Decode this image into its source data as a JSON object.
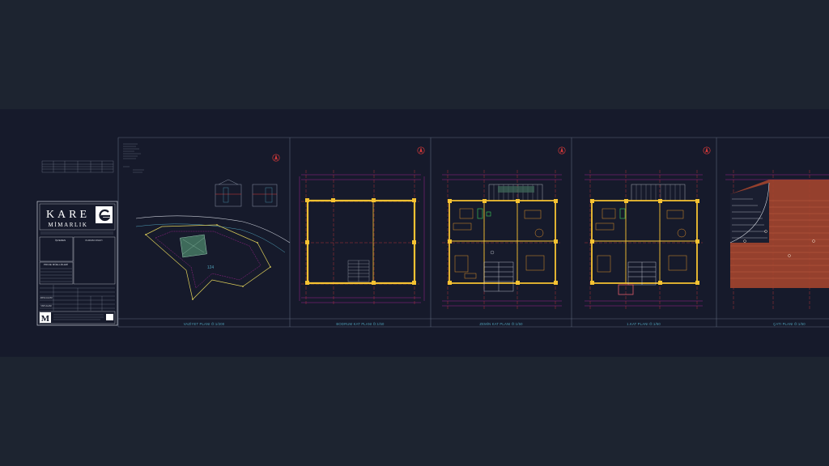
{
  "title_block": {
    "company_line1": "KARE",
    "company_line2": "MİMARLIK",
    "logo_letter": "M",
    "section_headers": [
      "İŞVEREN",
      "KURUM ONAYI",
      "PROJE MÜELLİFLERİ",
      "ARSA ALANI",
      "YAPI ALANI"
    ]
  },
  "site_plan": {
    "parcel_label": "124"
  },
  "views": [
    {
      "id": "vaziyet",
      "caption": "VAZİYET PLANI Ö:1/200"
    },
    {
      "id": "bodrum",
      "caption": "BODRUM KAT PLANI Ö:1/50"
    },
    {
      "id": "zemin",
      "caption": "ZEMİN KAT PLANI Ö:1/50"
    },
    {
      "id": "kat1",
      "caption": "1.KAT PLANI Ö:1/50"
    },
    {
      "id": "cati",
      "caption": "ÇATI PLANI Ö:1/50"
    }
  ],
  "colors": {
    "background": "#1d2430",
    "canvas": "#161a2b",
    "frame": "#5a6478",
    "wall": "#f6c232",
    "dimension": "#c024a8",
    "axis": "#d83a3a",
    "furniture": "#e0902a",
    "roof": "#b04a30"
  }
}
